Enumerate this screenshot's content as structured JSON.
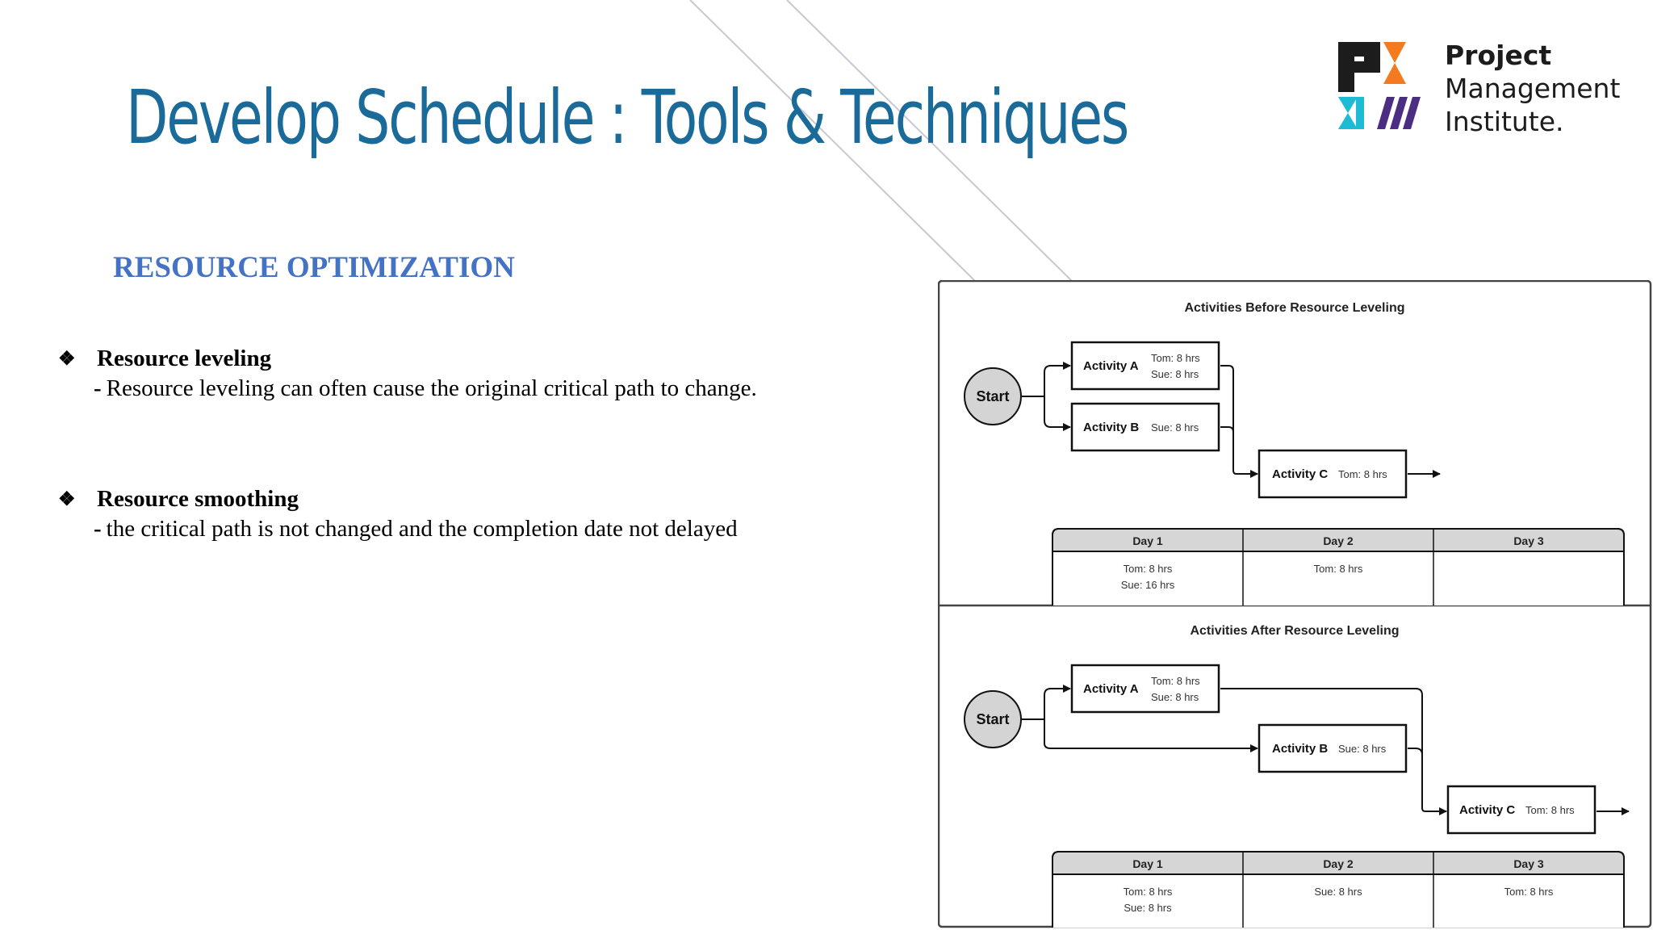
{
  "slide": {
    "title": "Develop Schedule : Tools & Techniques",
    "section_heading": "RESOURCE OPTIMIZATION"
  },
  "logo": {
    "line1": "Project",
    "line2": "Management",
    "line3": "Institute."
  },
  "bullets": [
    {
      "heading": "Resource leveling",
      "text": "Resource leveling can often cause the original critical path to change."
    },
    {
      "heading": "Resource smoothing",
      "text": "the critical path is not changed and the completion date not delayed"
    }
  ],
  "diagram": {
    "before": {
      "title": "Activities Before Resource Leveling",
      "start": "Start",
      "activities": [
        {
          "name": "Activity A",
          "resources": [
            "Tom: 8 hrs",
            "Sue: 8 hrs"
          ]
        },
        {
          "name": "Activity B",
          "resources": [
            "Sue: 8 hrs"
          ]
        },
        {
          "name": "Activity C",
          "resources": [
            "Tom: 8 hrs"
          ]
        }
      ],
      "table": {
        "headers": [
          "Day 1",
          "Day 2",
          "Day 3"
        ],
        "cells": [
          [
            "Tom: 8 hrs",
            "Sue: 16 hrs"
          ],
          [
            "Tom: 8 hrs"
          ],
          []
        ]
      }
    },
    "after": {
      "title": "Activities After Resource Leveling",
      "start": "Start",
      "activities": [
        {
          "name": "Activity A",
          "resources": [
            "Tom: 8 hrs",
            "Sue: 8 hrs"
          ]
        },
        {
          "name": "Activity B",
          "resources": [
            "Sue: 8 hrs"
          ]
        },
        {
          "name": "Activity C",
          "resources": [
            "Tom: 8 hrs"
          ]
        }
      ],
      "table": {
        "headers": [
          "Day 1",
          "Day 2",
          "Day 3"
        ],
        "cells": [
          [
            "Tom: 8 hrs",
            "Sue: 8 hrs"
          ],
          [
            "Sue: 8 hrs"
          ],
          [
            "Tom: 8 hrs"
          ]
        ]
      }
    }
  },
  "colors": {
    "title": "#1a6a9a",
    "section": "#4472c4",
    "logo_teal": "#1dbcd4",
    "logo_orange": "#f47a20",
    "logo_purple": "#4b2e83"
  }
}
